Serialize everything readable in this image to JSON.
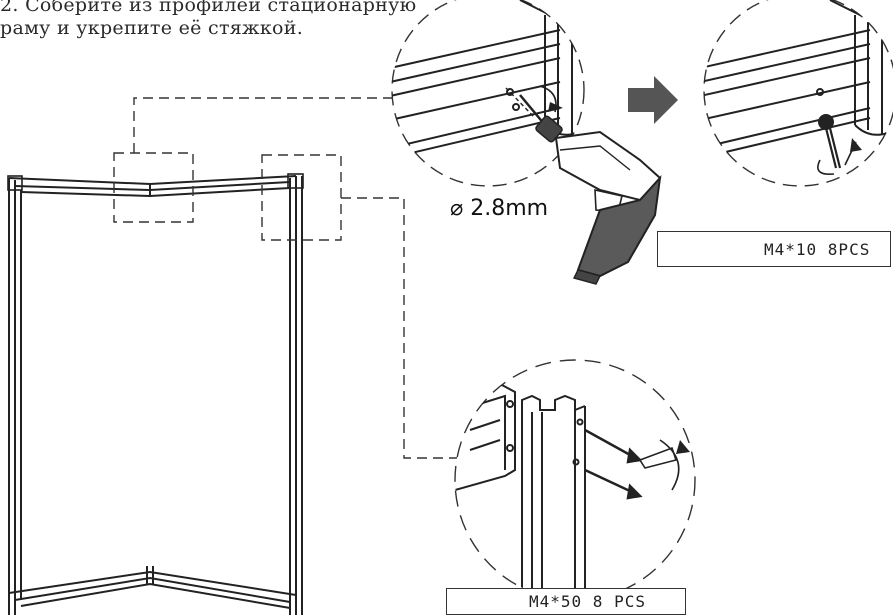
{
  "instruction": {
    "line1": "2. Соберите из профилей стационарную",
    "line2": "раму и укрепите её стяжкой."
  },
  "drill_bit": {
    "label": "⌀ 2.8mm"
  },
  "screws": [
    {
      "spec": "M4*10 8PCS",
      "icon": "pan-head-screw-icon"
    },
    {
      "spec": "M4*50  8 PCS",
      "icon": "long-screw-icon"
    }
  ],
  "colors": {
    "line": "#222222",
    "drill_body": "#555555",
    "arrow": "#555555"
  }
}
